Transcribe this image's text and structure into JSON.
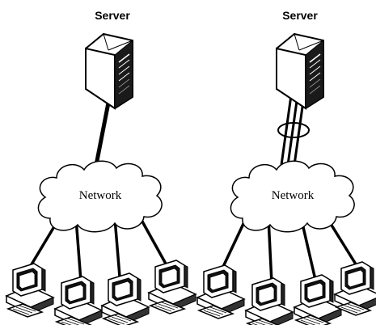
{
  "left_panel": {
    "server_title": "Server",
    "network_label": "Network",
    "client_count": 4,
    "server_links": 1
  },
  "right_panel": {
    "server_title": "Server",
    "network_label": "Network",
    "client_count": 4,
    "server_links": 3,
    "links_bundled": true
  },
  "colors": {
    "line": "#000000",
    "background": "#ffffff"
  }
}
